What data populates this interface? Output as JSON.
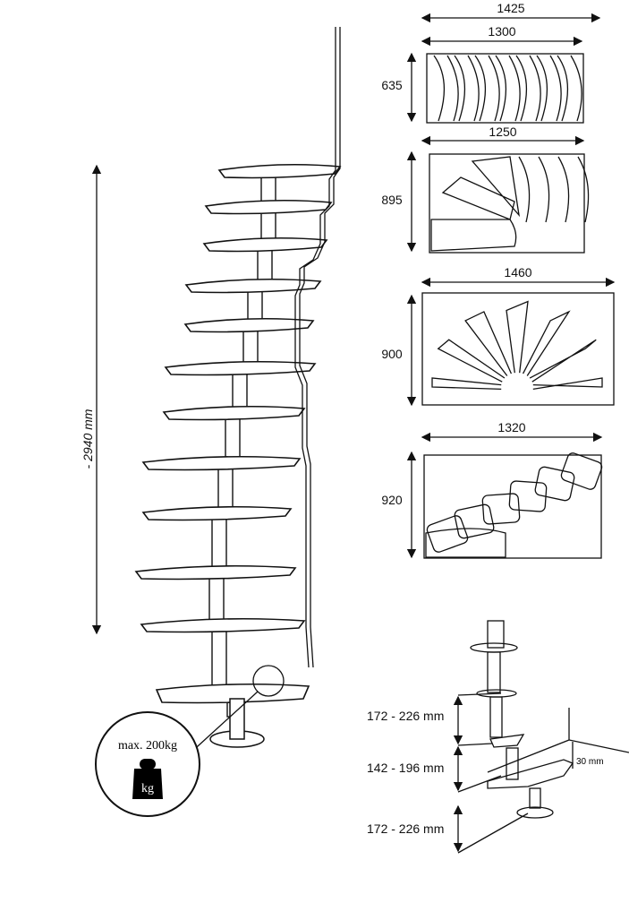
{
  "stair": {
    "total_height_label": "- 2940 mm",
    "max_load_label": "max. 200kg",
    "weight_unit": "kg"
  },
  "layouts": [
    {
      "outer_width": "1425",
      "inner_width": "1300",
      "depth": "635"
    },
    {
      "width": "1250",
      "depth": "895"
    },
    {
      "width": "1460",
      "depth": "900"
    },
    {
      "width": "1320",
      "depth": "920"
    }
  ],
  "detail": {
    "rise_top": "172 - 226 mm",
    "rise_middle": "142 - 196 mm",
    "rise_bottom": "172 - 226 mm",
    "tread_thickness": "30 mm"
  }
}
